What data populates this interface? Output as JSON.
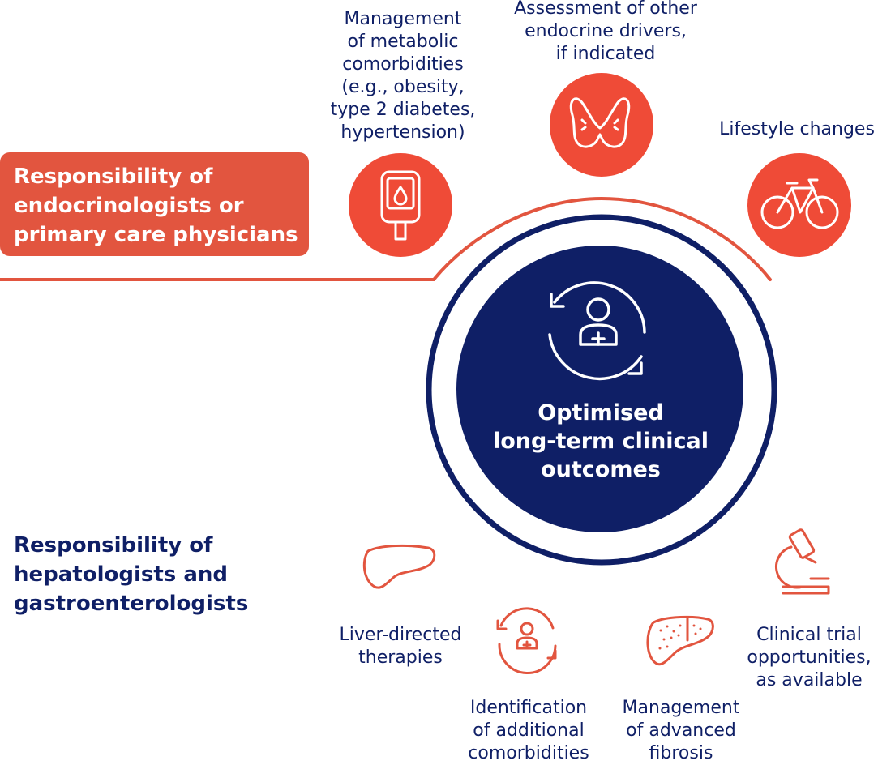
{
  "endocrinology_group": {
    "label": "Responsibility of\nendocrinologists or\nprimary care physicians",
    "items": [
      {
        "text": "Management\nof metabolic\ncomorbidities\n(e.g., obesity,\ntype 2 diabetes,\nhypertension)",
        "icon": "glucose-meter-icon"
      },
      {
        "text": "Assessment of other\nendocrine drivers,\nif indicated",
        "icon": "thyroid-icon"
      },
      {
        "text": "Lifestyle changes",
        "icon": "bicycle-icon"
      }
    ]
  },
  "center": {
    "text": "Optimised\nlong-term clinical\noutcomes",
    "icon": "patient-cycle-icon"
  },
  "hepatology_group": {
    "label": "Responsibility of\nhepatologists and\ngastroenterologists",
    "items": [
      {
        "text": "Liver-directed\ntherapies",
        "icon": "liver-icon"
      },
      {
        "text": "Identification\nof additional\ncomorbidities",
        "icon": "patient-cycle-icon"
      },
      {
        "text": "Management\nof advanced\nfibrosis",
        "icon": "fibrotic-liver-icon"
      },
      {
        "text": "Clinical trial\nopportunities,\nas available",
        "icon": "microscope-icon"
      }
    ]
  },
  "colors": {
    "accent_red": "#ef4b37",
    "label_red": "#e2553f",
    "navy": "#0f1f66",
    "white": "#ffffff"
  }
}
